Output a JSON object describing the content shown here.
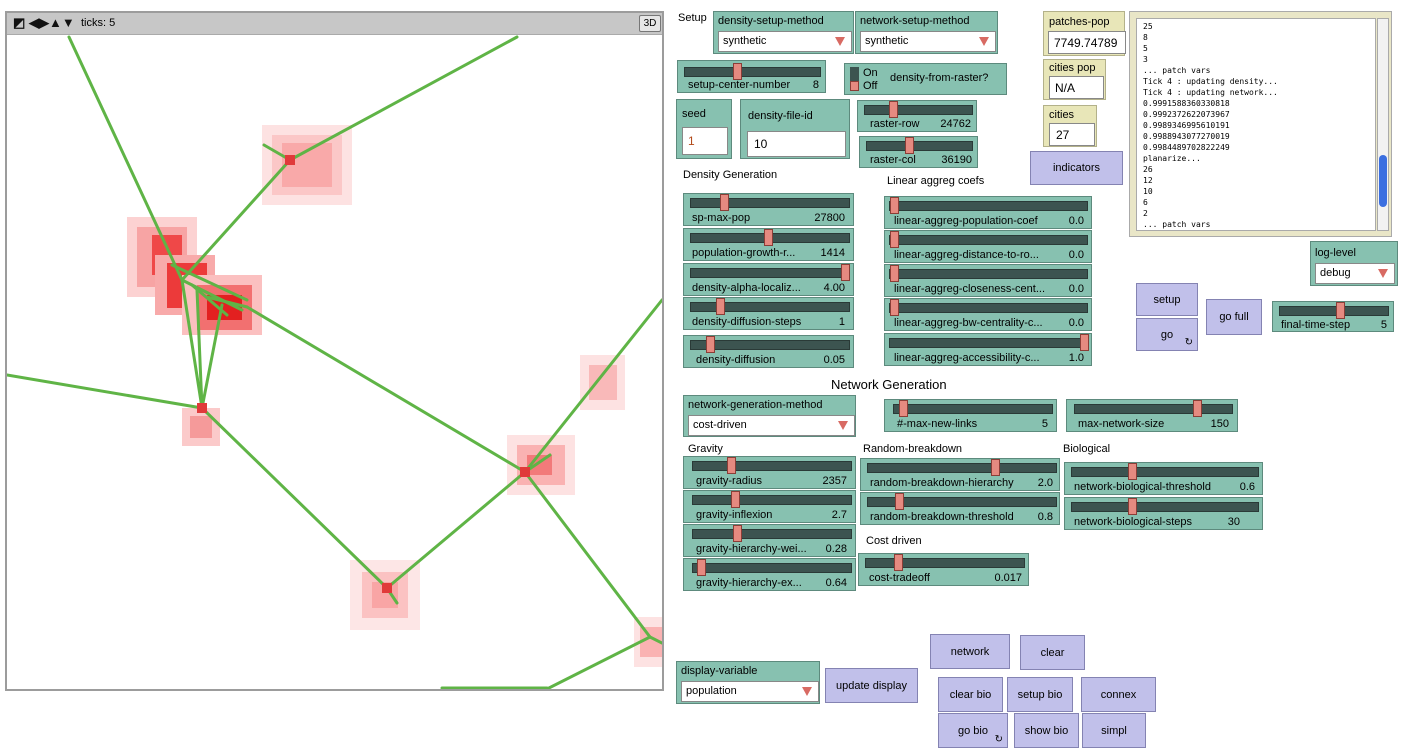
{
  "view": {
    "ticks_text": "ticks: 5",
    "btn_3d": "3D",
    "controls": [
      "◩",
      "◀▶",
      "▲▼"
    ]
  },
  "setup_label": "Setup",
  "density_setup_method": {
    "label": "density-setup-method",
    "value": "synthetic"
  },
  "network_setup_method": {
    "label": "network-setup-method",
    "value": "synthetic"
  },
  "setup_center_number": {
    "label": "setup-center-number",
    "value": "8"
  },
  "density_from_raster": {
    "label": "density-from-raster?",
    "on": "On",
    "off": "Off"
  },
  "seed": {
    "label": "seed",
    "value": "1"
  },
  "density_file_id": {
    "label": "density-file-id",
    "value": "10"
  },
  "raster_row": {
    "label": "raster-row",
    "value": "24762"
  },
  "raster_col": {
    "label": "raster-col",
    "value": "36190"
  },
  "monitors": {
    "patches_pop": {
      "label": "patches-pop",
      "value": "7749.74789"
    },
    "cities_pop": {
      "label": "cities pop",
      "value": "N/A"
    },
    "cities": {
      "label": "cities",
      "value": "27"
    }
  },
  "indicators_button": "indicators",
  "output_lines": [
    "25",
    "8",
    "5",
    "3",
    " ... patch vars",
    "Tick 4 : updating density...",
    "Tick 4 : updating network...",
    "0.9991588360330818",
    "0.9992372622073967",
    "0.9989346995610191",
    "0.9988943077270019",
    "0.9984489702822249",
    "planarize...",
    "26",
    "12",
    "10",
    "6",
    "2",
    " ... patch vars"
  ],
  "log_level": {
    "label": "log-level",
    "value": "debug"
  },
  "buttons": {
    "setup": "setup",
    "go": "go",
    "go_full": "go full",
    "network": "network",
    "clear": "clear",
    "clear_bio": "clear bio",
    "setup_bio": "setup bio",
    "connex": "connex",
    "go_bio": "go bio",
    "show_bio": "show bio",
    "simpl": "simpl",
    "update_display": "update display"
  },
  "final_time_step": {
    "label": "final-time-step",
    "value": "5"
  },
  "section_density": "Density Generation",
  "section_linear": "Linear aggreg coefs",
  "section_network": "Network Generation",
  "section_gravity": "Gravity",
  "section_random": "Random-breakdown",
  "section_bio": "Biological",
  "section_cost": "Cost driven",
  "density_sliders": [
    {
      "label": "sp-max-pop",
      "value": "27800"
    },
    {
      "label": "population-growth-r...",
      "value": "1414"
    },
    {
      "label": "density-alpha-localiz...",
      "value": "4.00"
    },
    {
      "label": "density-diffusion-steps",
      "value": "1"
    },
    {
      "label": "density-diffusion",
      "value": "0.05"
    }
  ],
  "linear_sliders": [
    {
      "label": "linear-aggreg-population-coef",
      "value": "0.0"
    },
    {
      "label": "linear-aggreg-distance-to-ro...",
      "value": "0.0"
    },
    {
      "label": "linear-aggreg-closeness-cent...",
      "value": "0.0"
    },
    {
      "label": "linear-aggreg-bw-centrality-c...",
      "value": "0.0"
    },
    {
      "label": "linear-aggreg-accessibility-c...",
      "value": "1.0"
    }
  ],
  "network_generation_method": {
    "label": "network-generation-method",
    "value": "cost-driven"
  },
  "max_new_links": {
    "label": "#-max-new-links",
    "value": "5"
  },
  "max_network_size": {
    "label": "max-network-size",
    "value": "150"
  },
  "gravity_sliders": [
    {
      "label": "gravity-radius",
      "value": "2357"
    },
    {
      "label": "gravity-inflexion",
      "value": "2.7"
    },
    {
      "label": "gravity-hierarchy-wei...",
      "value": "0.28"
    },
    {
      "label": "gravity-hierarchy-ex...",
      "value": "0.64"
    }
  ],
  "random_sliders": [
    {
      "label": "random-breakdown-hierarchy",
      "value": "2.0"
    },
    {
      "label": "random-breakdown-threshold",
      "value": "0.8"
    }
  ],
  "bio_sliders": [
    {
      "label": "network-biological-threshold",
      "value": "0.6"
    },
    {
      "label": "network-biological-steps",
      "value": "30"
    }
  ],
  "cost_tradeoff": {
    "label": "cost-tradeoff",
    "value": "0.017"
  },
  "display_variable": {
    "label": "display-variable",
    "value": "population"
  },
  "colors": {
    "widget_green": "#87c1b0",
    "monitor_yellow": "#e8e6b8",
    "button_blue": "#c1c0ea",
    "road_green": "#5fb446",
    "density_red": "#e53030"
  }
}
